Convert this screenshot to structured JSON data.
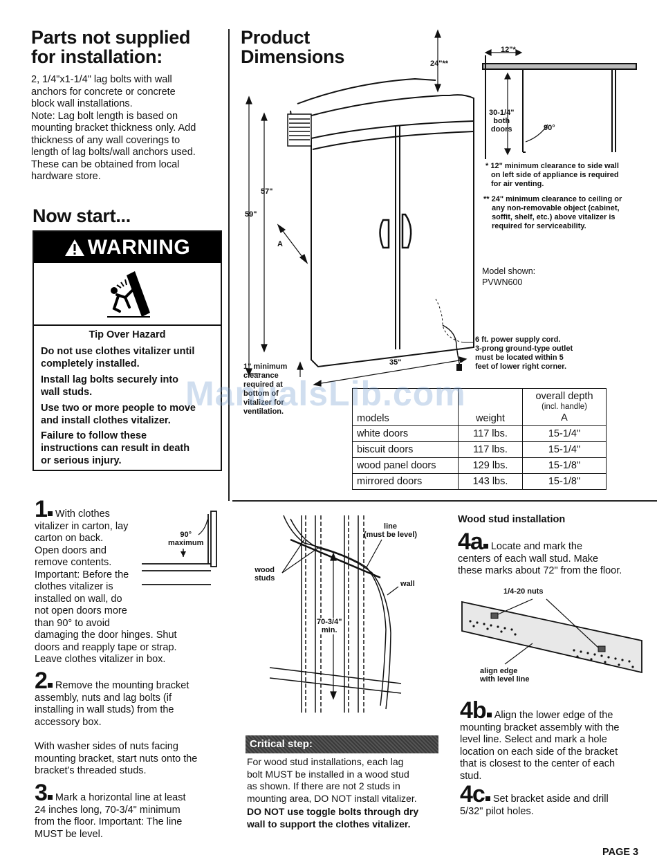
{
  "parts": {
    "title_1": "Parts not supplied",
    "title_2": "for installation:",
    "lines": [
      "2, 1/4\"x1-1/4\" lag bolts with wall",
      "anchors for concrete or concrete",
      "block wall installations.",
      "Note: Lag bolt length is based on",
      "mounting bracket thickness only. Add",
      "thickness of any wall coverings to",
      "length of lag bolts/wall anchors used.",
      "These can be obtained from local",
      "hardware store."
    ]
  },
  "now_start": "Now start...",
  "warning": {
    "header": "WARNING",
    "title": "Tip Over Hazard",
    "lines": [
      "Do not use clothes vitalizer until",
      "completely installed.",
      "Install lag bolts securely into",
      "wall studs.",
      "Use two or more people to move",
      "and install clothes vitalizer.",
      "Failure to follow these",
      "instructions can result in death",
      "or serious injury."
    ]
  },
  "product": {
    "title_1": "Product",
    "title_2": "Dimensions",
    "dim_24": "24\"**",
    "dim_12": "12\"*",
    "dim_30": "30-1/4\"",
    "dim_both": "both",
    "dim_doors": "doors",
    "dim_90": "90°",
    "dim_57": "57\"",
    "dim_59": "59\"",
    "dim_a": "A",
    "dim_35": "35\"",
    "clearance_lines": [
      "1\" minimum",
      "clearance",
      "required at",
      "bottom of",
      "vitalizer for",
      "ventilation."
    ],
    "note1_lines": [
      "* 12\" minimum clearance to side wall",
      "on left side of appliance is required",
      "for air venting."
    ],
    "note2_lines": [
      "** 24\" minimum clearance to ceiling or",
      "any non-removable object (cabinet,",
      "soffit, shelf, etc.) above vitalizer is",
      "required for serviceability."
    ],
    "model_label": "Model shown:",
    "model": "PVWN600",
    "cord_lines": [
      "6 ft. power supply cord.",
      "3-prong ground-type outlet",
      "must be located within 5",
      "feet of lower right corner."
    ]
  },
  "table": {
    "h_models": "models",
    "h_weight": "weight",
    "h_depth_1": "overall depth",
    "h_depth_2": "(incl. handle)",
    "h_depth_3": "A",
    "rows": [
      {
        "model": "white doors",
        "weight": "117 lbs.",
        "depth": "15-1/4\""
      },
      {
        "model": "biscuit doors",
        "weight": "117 lbs.",
        "depth": "15-1/4\""
      },
      {
        "model": "wood panel doors",
        "weight": "129 lbs.",
        "depth": "15-1/8\""
      },
      {
        "model": "mirrored doors",
        "weight": "143 lbs.",
        "depth": "15-1/8\""
      }
    ]
  },
  "watermark": "ManualsLib.com",
  "step1": {
    "num": "1",
    "lines": [
      "With clothes",
      "vitalizer in carton, lay",
      "carton on back.",
      "Open doors and",
      "remove contents.",
      "Important: Before the",
      "clothes vitalizer is",
      "installed on wall, do",
      "not open doors more",
      "than 90° to avoid",
      "damaging the door hinges. Shut",
      "doors and reapply tape or strap.",
      "Leave clothes vitalizer in box."
    ],
    "fig_90": "90°",
    "fig_max": "maximum"
  },
  "step2": {
    "num": "2",
    "lines": [
      "Remove the mounting bracket",
      "assembly, nuts and lag bolts (if",
      "installing in wall studs) from the",
      "accessory box."
    ],
    "lines_b": [
      "With washer sides of nuts facing",
      "mounting bracket, start nuts onto the",
      "bracket's threaded studs."
    ]
  },
  "step3": {
    "num": "3",
    "lines": [
      "Mark a horizontal line at least",
      "24 inches long, 70-3/4\" minimum",
      "from the floor.  Important: The line",
      "MUST be level."
    ]
  },
  "stud_fig": {
    "line_1": "line",
    "line_2": "(must be level)",
    "wood_1": "wood",
    "wood_2": "studs",
    "wall": "wall",
    "min_1": "70-3/4\"",
    "min_2": "min."
  },
  "critical": {
    "label": "Critical step:",
    "lines": [
      "For wood stud installations, each lag",
      "bolt MUST be installed in a wood stud",
      "as shown. If there are not 2 studs in",
      "mounting area, DO NOT install vitalizer."
    ],
    "bold_lines": [
      "DO NOT use toggle bolts through dry",
      "wall to support the clothes vitalizer."
    ]
  },
  "wood": {
    "title": "Wood stud installation",
    "a_num": "4a",
    "a_lines": [
      "Locate and mark the",
      "centers of each wall stud.  Make",
      "these marks about 72\" from the floor."
    ],
    "fig_nuts": "1/4-20 nuts",
    "fig_align_1": "align edge",
    "fig_align_2": "with level line",
    "b_num": "4b",
    "b_lines": [
      "Align the lower edge of the",
      "mounting bracket assembly with the",
      "level line. Select and mark a hole",
      "location on each side of the bracket",
      "that is closest to the center of each",
      "stud."
    ],
    "c_num": "4c",
    "c_lines": [
      "Set bracket aside and drill",
      "5/32\" pilot holes."
    ]
  },
  "page": "PAGE 3"
}
